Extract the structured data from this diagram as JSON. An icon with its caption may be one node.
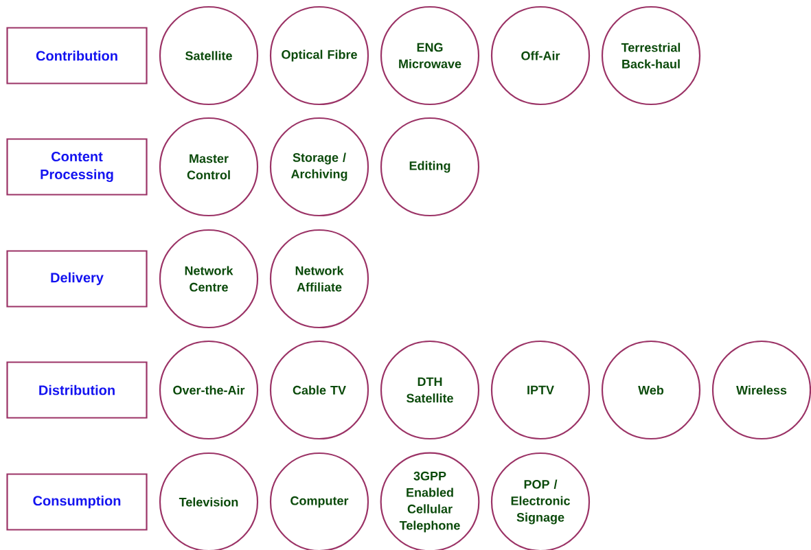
{
  "diagram": {
    "nodes": [
      {
        "text": [
          "Contribution"
        ]
      },
      {
        "text": [
          "Satellite"
        ]
      },
      {
        "text": [
          "Optical Fibre"
        ]
      },
      {
        "text": [
          "ENG Microwave"
        ]
      },
      {
        "text": [
          "Off-Air"
        ]
      },
      {
        "text": [
          "Terrestrial Back-haul"
        ]
      },
      {
        "text": [
          "Content Processing"
        ]
      },
      {
        "text": [
          "Master Control"
        ]
      },
      {
        "text": [
          "Storage / Archiving"
        ]
      },
      {
        "text": [
          "Editing"
        ]
      },
      {
        "text": [
          "Delivery"
        ]
      },
      {
        "text": [
          "Network Centre"
        ]
      },
      {
        "text": [
          "Network Affiliate"
        ]
      },
      {
        "text": [
          "Distribution"
        ]
      },
      {
        "text": [
          "Over-the-Air"
        ]
      },
      {
        "text": [
          "Cable TV"
        ]
      },
      {
        "text": [
          "DTH Satellite"
        ]
      },
      {
        "text": [
          "IPTV"
        ]
      },
      {
        "text": [
          "Web"
        ]
      },
      {
        "text": [
          "Wireless"
        ]
      },
      {
        "text": [
          "Consumption"
        ]
      },
      {
        "text": [
          "Television"
        ]
      },
      {
        "text": [
          "Computer"
        ]
      },
      {
        "text": [
          "3GPP Enabled Cellular Telephone"
        ]
      },
      {
        "text": [
          "POP / Electronic Signage"
        ]
      }
    ]
  }
}
